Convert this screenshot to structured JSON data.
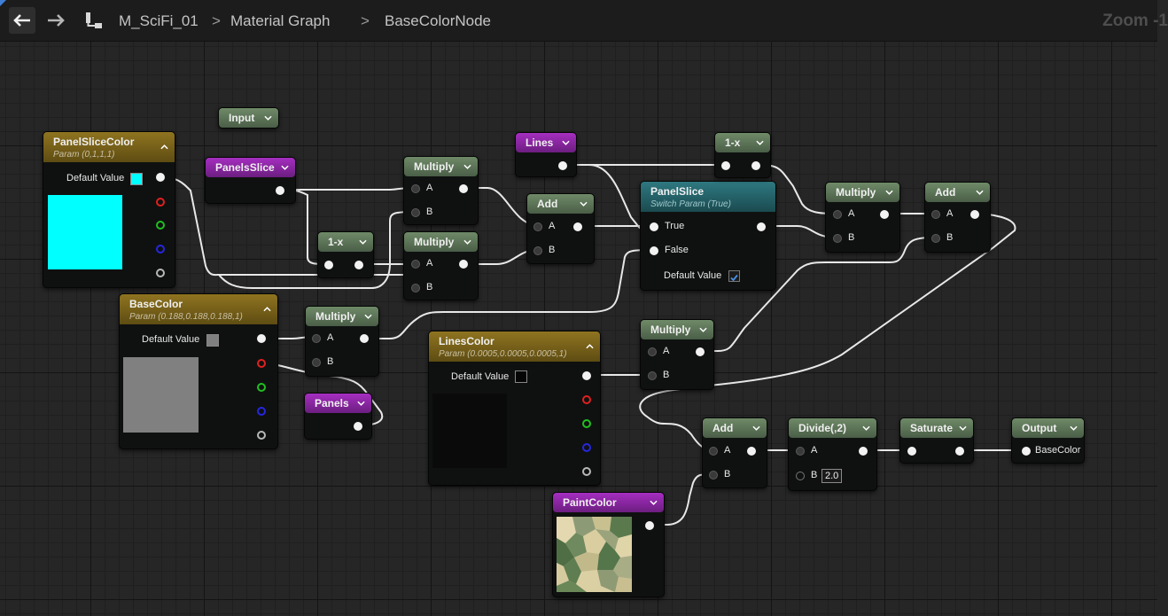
{
  "toolbar": {
    "breadcrumbs": [
      "M_SciFi_01",
      "Material Graph",
      "BaseColorNode"
    ],
    "zoom": "Zoom -1"
  },
  "colors": {
    "accent": "#3f7fd8",
    "param_header": "#8f7420",
    "math_header": "#6f8a68",
    "texture_header": "#a52ec0",
    "switch_header": "#2f7880"
  },
  "nodes": {
    "input": {
      "title": "Input"
    },
    "panel_slice_color": {
      "title": "PanelSliceColor",
      "subtitle": "Param (0,1,1,1)",
      "default_label": "Default Value",
      "color": "#00ffff"
    },
    "panels_slice": {
      "title": "PanelsSlice"
    },
    "one_minus_1": {
      "title": "1-x"
    },
    "multiply_1": {
      "title": "Multiply",
      "pin_a": "A",
      "pin_b": "B"
    },
    "multiply_2": {
      "title": "Multiply",
      "pin_a": "A",
      "pin_b": "B"
    },
    "lines": {
      "title": "Lines"
    },
    "add_1": {
      "title": "Add",
      "pin_a": "A",
      "pin_b": "B"
    },
    "panel_slice": {
      "title": "PanelSlice",
      "subtitle": "Switch Param (True)",
      "pin_true": "True",
      "pin_false": "False",
      "default_label": "Default Value",
      "checked": true
    },
    "one_minus_2": {
      "title": "1-x"
    },
    "multiply_3": {
      "title": "Multiply",
      "pin_a": "A",
      "pin_b": "B"
    },
    "add_2": {
      "title": "Add",
      "pin_a": "A",
      "pin_b": "B"
    },
    "base_color": {
      "title": "BaseColor",
      "subtitle": "Param (0.188,0.188,0.188,1)",
      "default_label": "Default Value",
      "color": "#808080"
    },
    "multiply_4": {
      "title": "Multiply",
      "pin_a": "A",
      "pin_b": "B"
    },
    "panels": {
      "title": "Panels"
    },
    "lines_color": {
      "title": "LinesColor",
      "subtitle": "Param (0.0005,0.0005,0.0005,1)",
      "default_label": "Default Value",
      "color": "#050505"
    },
    "multiply_5": {
      "title": "Multiply",
      "pin_a": "A",
      "pin_b": "B"
    },
    "add_3": {
      "title": "Add",
      "pin_a": "A",
      "pin_b": "B"
    },
    "divide": {
      "title": "Divide(,2)",
      "pin_a": "A",
      "pin_b": "B",
      "b_value": "2.0"
    },
    "saturate": {
      "title": "Saturate"
    },
    "output": {
      "title": "Output",
      "pin": "BaseColor"
    },
    "paint_color": {
      "title": "PaintColor"
    }
  }
}
